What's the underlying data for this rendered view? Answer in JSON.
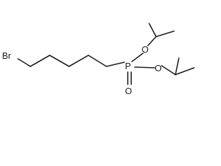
{
  "molecule": {
    "atoms": {
      "bromine": "Br",
      "phosphorus": "P",
      "ester_oxygen_upper": "O",
      "ester_oxygen_lower": "O",
      "phosphoryl_oxygen": "O"
    },
    "colors": {
      "ink": "#1a1a1a",
      "background": "#ffffff"
    }
  }
}
